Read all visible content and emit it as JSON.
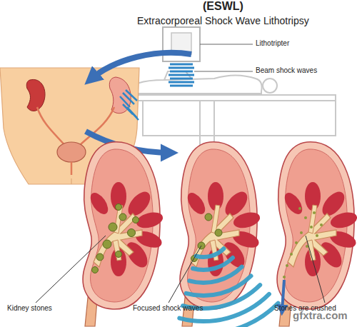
{
  "diagram": {
    "title": "Extracorporeal Shock Wave Lithotripsy",
    "labels": [
      "(ESWL)",
      "Lithotripter",
      "Beam shock waves",
      "Kidney stones",
      "Focused shock waves",
      "Stones are crushed",
      "gfxtra.com"
    ]
  }
}
